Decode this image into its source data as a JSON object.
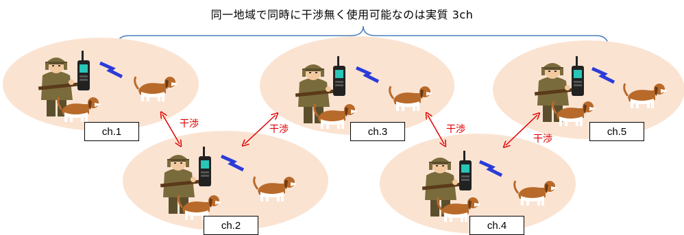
{
  "title": "同一地域で同時に干渉無く使用可能なのは実質 3ch",
  "channels": [
    "ch.1",
    "ch.2",
    "ch.3",
    "ch.4",
    "ch.5"
  ],
  "interference_label": "干渉",
  "colors": {
    "cell_fill": "#fbe3d2",
    "interference": "#e00000",
    "bracket": "#4a7ebb",
    "radio_wave": "#2a3bd8"
  }
}
